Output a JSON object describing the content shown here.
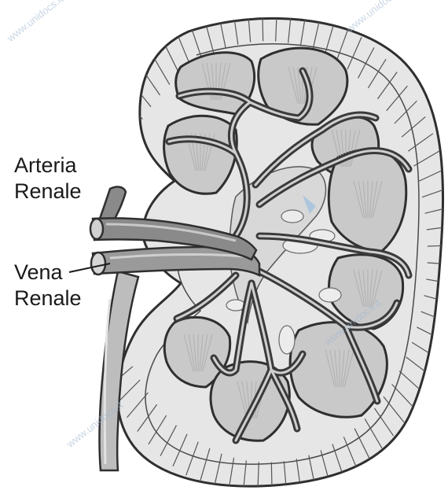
{
  "labels": {
    "artery_line1": "Arteria",
    "artery_line2": "Renale",
    "vein_line1": "Vena",
    "vein_line2": "Renale"
  },
  "watermark": "www.unidocs.it",
  "colors": {
    "background": "#ffffff",
    "outline": "#2f2f2f",
    "cortex": "#e4e4e4",
    "pyramid": "#c4c4c4",
    "vessel": "#7c7c7c",
    "vessel_highlight": "#d0d0d0",
    "fat": "#e9e9e9",
    "accent": "#8fb3d9"
  }
}
